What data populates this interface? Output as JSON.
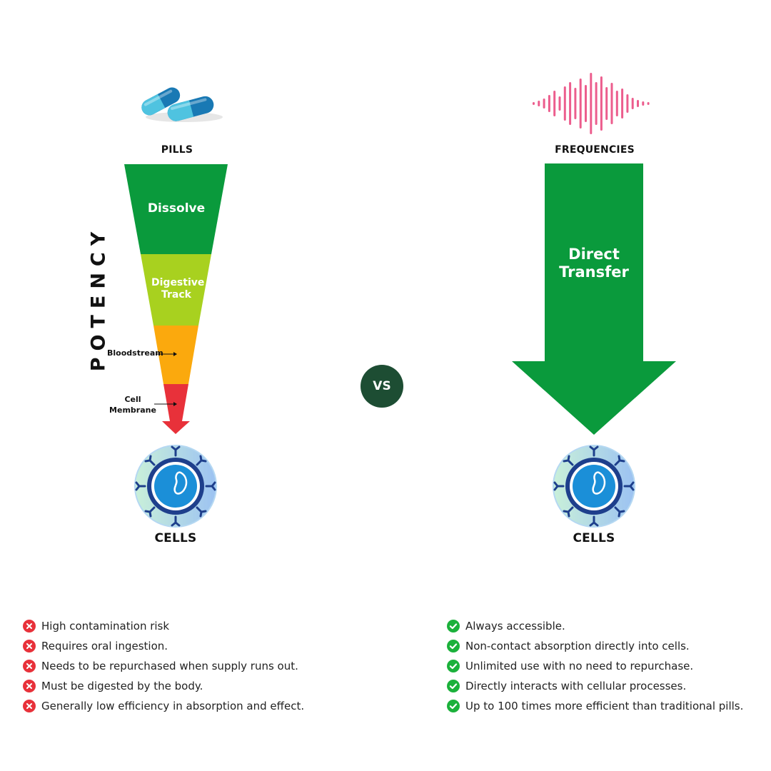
{
  "left": {
    "top_label": "PILLS",
    "axis_label": "POTENCY",
    "stages": [
      "Dissolve",
      "Digestive Track"
    ],
    "notes": [
      "Bloodstream",
      "Cell Membrane"
    ],
    "bottom_label": "CELLS"
  },
  "center": {
    "vs_label": "VS"
  },
  "right": {
    "top_label": "FREQUENCIES",
    "arrow_label": "Direct Transfer",
    "bottom_label": "CELLS"
  },
  "cons": [
    "High contamination risk",
    "Requires oral ingestion.",
    "Needs to be repurchased when supply runs out.",
    "Must be digested by the body.",
    "Generally low efficiency in absorption and effect."
  ],
  "pros": [
    "Always accessible.",
    "Non-contact absorption directly into cells.",
    "Unlimited use with no need to repurchase.",
    "Directly interacts with cellular processes.",
    "Up to 100 times more efficient than traditional pills."
  ],
  "colors": {
    "green_dark": "#0a9a3c",
    "lime": "#a8d11f",
    "orange": "#fba90d",
    "red": "#e8313a",
    "pink": "#ec5d8d",
    "vs_bg": "#1d4d33",
    "check": "#1bb13b",
    "cross": "#e8313a"
  },
  "icons": {
    "pills": "capsules-image",
    "frequencies": "sound-wave-icon",
    "cells": "cell-illustration",
    "cons_bullet": "x-circle-icon",
    "pros_bullet": "check-circle-icon"
  }
}
